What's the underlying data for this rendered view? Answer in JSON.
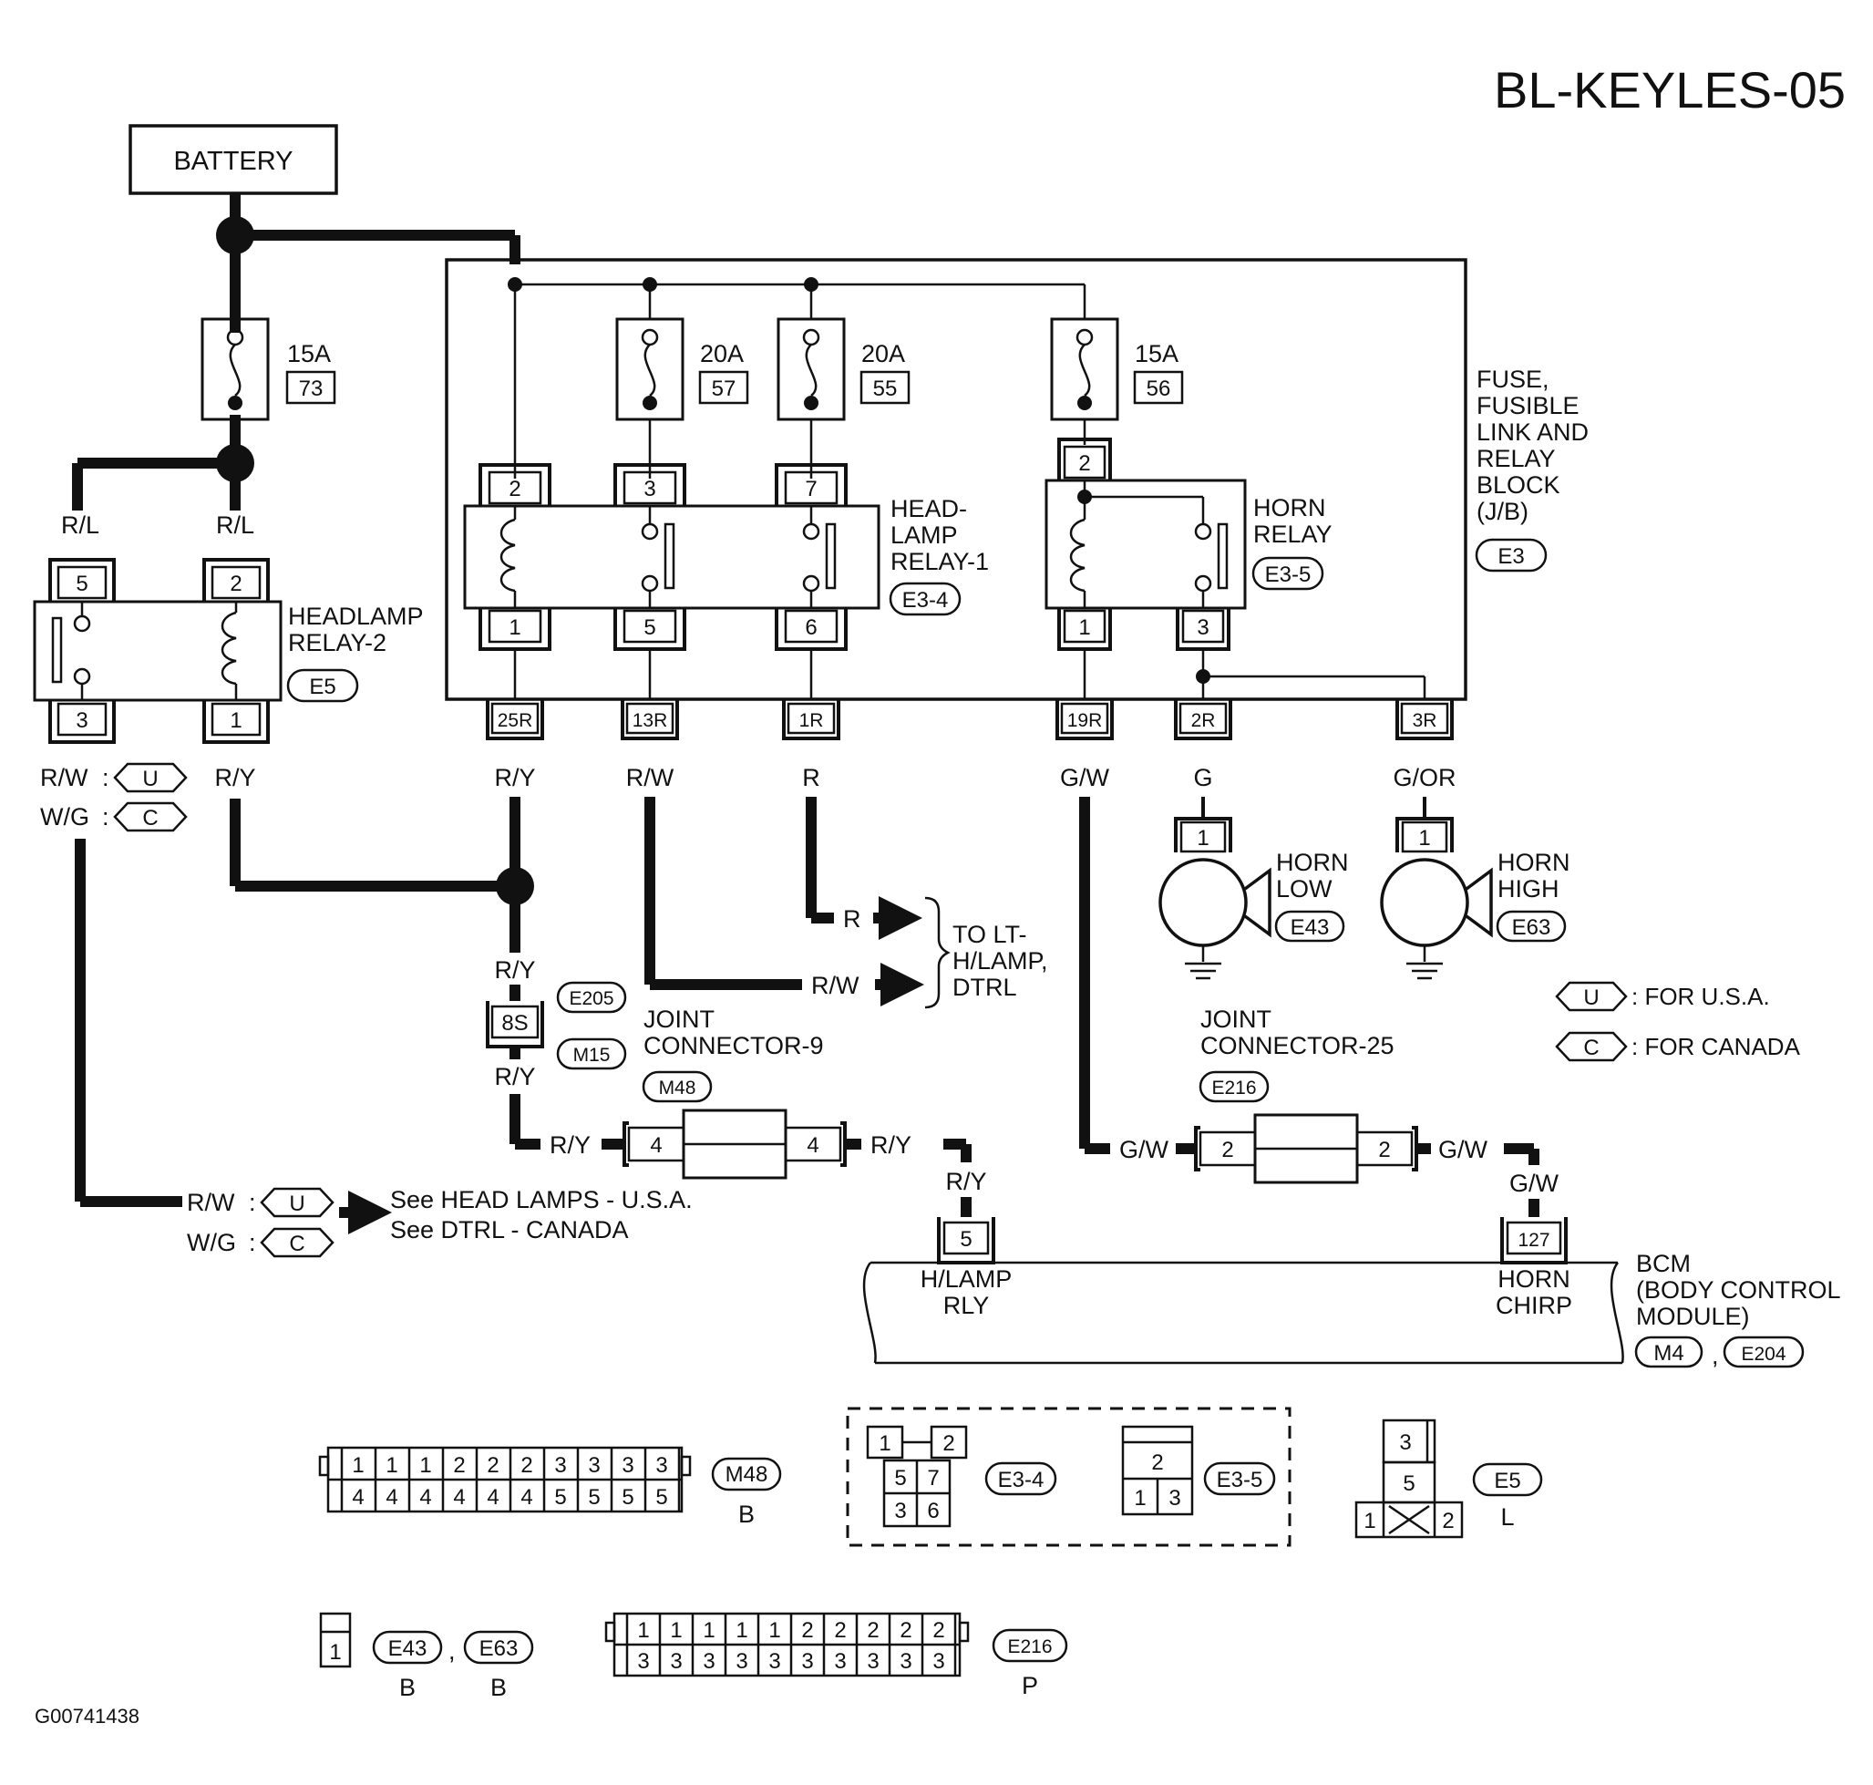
{
  "title": "BL-KEYLES-05",
  "figure_id": "G00741438",
  "battery": "BATTERY",
  "fuses": [
    {
      "amp": "15A",
      "num": "73"
    },
    {
      "amp": "20A",
      "num": "57"
    },
    {
      "amp": "20A",
      "num": "55"
    },
    {
      "amp": "15A",
      "num": "56"
    }
  ],
  "jb": {
    "lines": [
      "FUSE,",
      "FUSIBLE",
      "LINK AND",
      "RELAY",
      "BLOCK",
      "(J/B)"
    ],
    "conn": "E3"
  },
  "relay2": {
    "lines": [
      "HEADLAMP",
      "RELAY-2"
    ],
    "conn": "E5",
    "pins": [
      "5",
      "2",
      "3",
      "1"
    ]
  },
  "relay1": {
    "lines": [
      "HEAD-",
      "LAMP",
      "RELAY-1"
    ],
    "conn": "E3-4",
    "pins_top": [
      "2",
      "3",
      "7"
    ],
    "pins_bottom": [
      "1",
      "5",
      "6"
    ]
  },
  "horn_relay": {
    "lines": [
      "HORN",
      "RELAY"
    ],
    "conn": "E3-5",
    "pins": [
      "2",
      "1",
      "3"
    ]
  },
  "jb_pins": [
    "25R",
    "13R",
    "1R",
    "19R",
    "2R",
    "3R"
  ],
  "wires": {
    "rl": "R/L",
    "rw": "R/W",
    "wg": "W/G",
    "ry": "R/Y",
    "r": "R",
    "gw": "G/W",
    "g": "G",
    "gor": "G/OR"
  },
  "marks": {
    "u": "U",
    "c": "C",
    "colon_u": ":",
    "colon_c": ":",
    "u_legend": ": FOR U.S.A.",
    "c_legend": ": FOR CANADA"
  },
  "to_lt": [
    "TO LT-",
    "H/LAMP,",
    "DTRL"
  ],
  "horn_low": {
    "lines": [
      "HORN",
      "LOW"
    ],
    "conn": "E43",
    "pin": "1"
  },
  "horn_high": {
    "lines": [
      "HORN",
      "HIGH"
    ],
    "conn": "E63",
    "pin": "1"
  },
  "conn_8s": {
    "pin": "8S",
    "conns": [
      "E205",
      "M15"
    ]
  },
  "joint9": {
    "lines": [
      "JOINT",
      "CONNECTOR-9"
    ],
    "conn": "M48",
    "pins": [
      "4",
      "4"
    ]
  },
  "joint25": {
    "lines": [
      "JOINT",
      "CONNECTOR-25"
    ],
    "conn": "E216",
    "pins": [
      "2",
      "2"
    ]
  },
  "see": [
    "See HEAD LAMPS - U.S.A.",
    "See DTRL - CANADA"
  ],
  "bcm": {
    "lines": [
      "BCM",
      "(BODY CONTROL",
      "MODULE)"
    ],
    "conns": [
      "M4",
      "E204"
    ],
    "comma": ",",
    "pins": [
      "5",
      "127"
    ],
    "term_hlamp": [
      "H/LAMP",
      "RLY"
    ],
    "term_horn": [
      "HORN",
      "CHIRP"
    ]
  },
  "face_views": {
    "m48": {
      "top": [
        "1",
        "1",
        "1",
        "2",
        "2",
        "2",
        "3",
        "3",
        "3",
        "3"
      ],
      "bottom": [
        "4",
        "4",
        "4",
        "4",
        "4",
        "4",
        "5",
        "5",
        "5",
        "5"
      ],
      "conn": "M48",
      "color": "B"
    },
    "e34": {
      "cells": [
        "1",
        "2",
        "5",
        "7",
        "3",
        "6"
      ],
      "conn": "E3-4"
    },
    "e35": {
      "cells": [
        "2",
        "1",
        "3"
      ],
      "conn": "E3-5"
    },
    "e5": {
      "cells": [
        "3",
        "5",
        "1",
        "2"
      ],
      "conn": "E5",
      "color": "L"
    },
    "horn": {
      "cell": "1",
      "conns": [
        "E43",
        "E63"
      ],
      "colors": [
        "B",
        "B"
      ],
      "comma": ","
    },
    "e216": {
      "top": [
        "1",
        "1",
        "1",
        "1",
        "1",
        "2",
        "2",
        "2",
        "2",
        "2"
      ],
      "bottom": [
        "3",
        "3",
        "3",
        "3",
        "3",
        "3",
        "3",
        "3",
        "3",
        "3"
      ],
      "conn": "E216",
      "color": "P"
    }
  }
}
